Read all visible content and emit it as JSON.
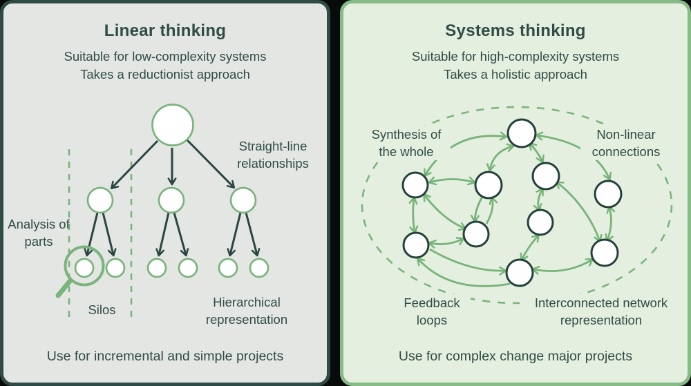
{
  "colors": {
    "page_background": "#070b0a",
    "left_panel_background": "#e4e6e4",
    "left_panel_border": "#2f4b45",
    "right_panel_background": "#e4efdf",
    "right_panel_border": "#87ba86",
    "text_dark_teal": "#2f4c46",
    "diagram_green": "#7ab47c",
    "node_border_dark": "#24403b",
    "node_fill": "#ffffff"
  },
  "left_panel": {
    "title": "Linear thinking",
    "subtitle_line1": "Suitable for low-complexity systems",
    "subtitle_line2": "Takes a reductionist approach",
    "labels": {
      "straight_line": "Straight-line relationships",
      "analysis": "Analysis of parts",
      "silos": "Silos",
      "hierarchical": "Hierarchical representation"
    },
    "footer": "Use for incremental and simple projects"
  },
  "right_panel": {
    "title": "Systems thinking",
    "subtitle_line1": "Suitable for high-complexity systems",
    "subtitle_line2": "Takes a holistic approach",
    "labels": {
      "synthesis": "Synthesis of the whole",
      "non_linear": "Non-linear connections",
      "feedback": "Feedback loops",
      "interconnected": "Interconnected network representation"
    },
    "footer": "Use for complex change major projects"
  }
}
